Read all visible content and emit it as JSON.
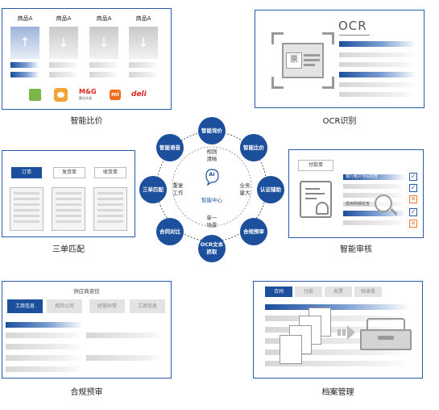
{
  "compare": {
    "caption": "智能比价",
    "products": [
      "商品A",
      "商品A",
      "商品A",
      "商品A"
    ],
    "brands": [
      "m&g-logo",
      "mi-logo",
      "deli-logo"
    ],
    "brand_text": {
      "mg": "M&G",
      "mg_sub": "晨光文具",
      "mi": "mi",
      "deli": "deli"
    }
  },
  "ocr": {
    "caption": "OCR识别",
    "heading": "OCR",
    "ticket": "票"
  },
  "triple": {
    "caption": "三单匹配",
    "docs": [
      "订单",
      "发货单",
      "收货单"
    ]
  },
  "audit": {
    "caption": "智能审核",
    "doc": "付款单",
    "rows": [
      "银行帐户号码检查",
      "费用明细检查"
    ]
  },
  "compliance": {
    "caption": "合规预审",
    "title": "供应商资信",
    "tabs": [
      "工商信息",
      "风险公司",
      "经营异常",
      "工商信息"
    ]
  },
  "archive": {
    "caption": "档案管理",
    "tabs": [
      "合同",
      "付款",
      "发票",
      "验收单"
    ]
  },
  "hub": {
    "center_label": "智能中心",
    "ai": "AI",
    "nodes": {
      "top": "智能询价",
      "top_right": "智能比价",
      "right": "认证辅助",
      "bottom_right": "合规预审",
      "bottom": "OCR文本抓取",
      "bottom_left": "合同对比",
      "left": "三单匹配",
      "top_left": "智能语音"
    },
    "inner": {
      "top": "规则清晰",
      "right": "业务量大",
      "bottom": "单一场景",
      "left": "重复工作"
    }
  },
  "colors": {
    "primary": "#1c4f9c",
    "border": "#2a5cae",
    "warn": "#f07c3c"
  }
}
